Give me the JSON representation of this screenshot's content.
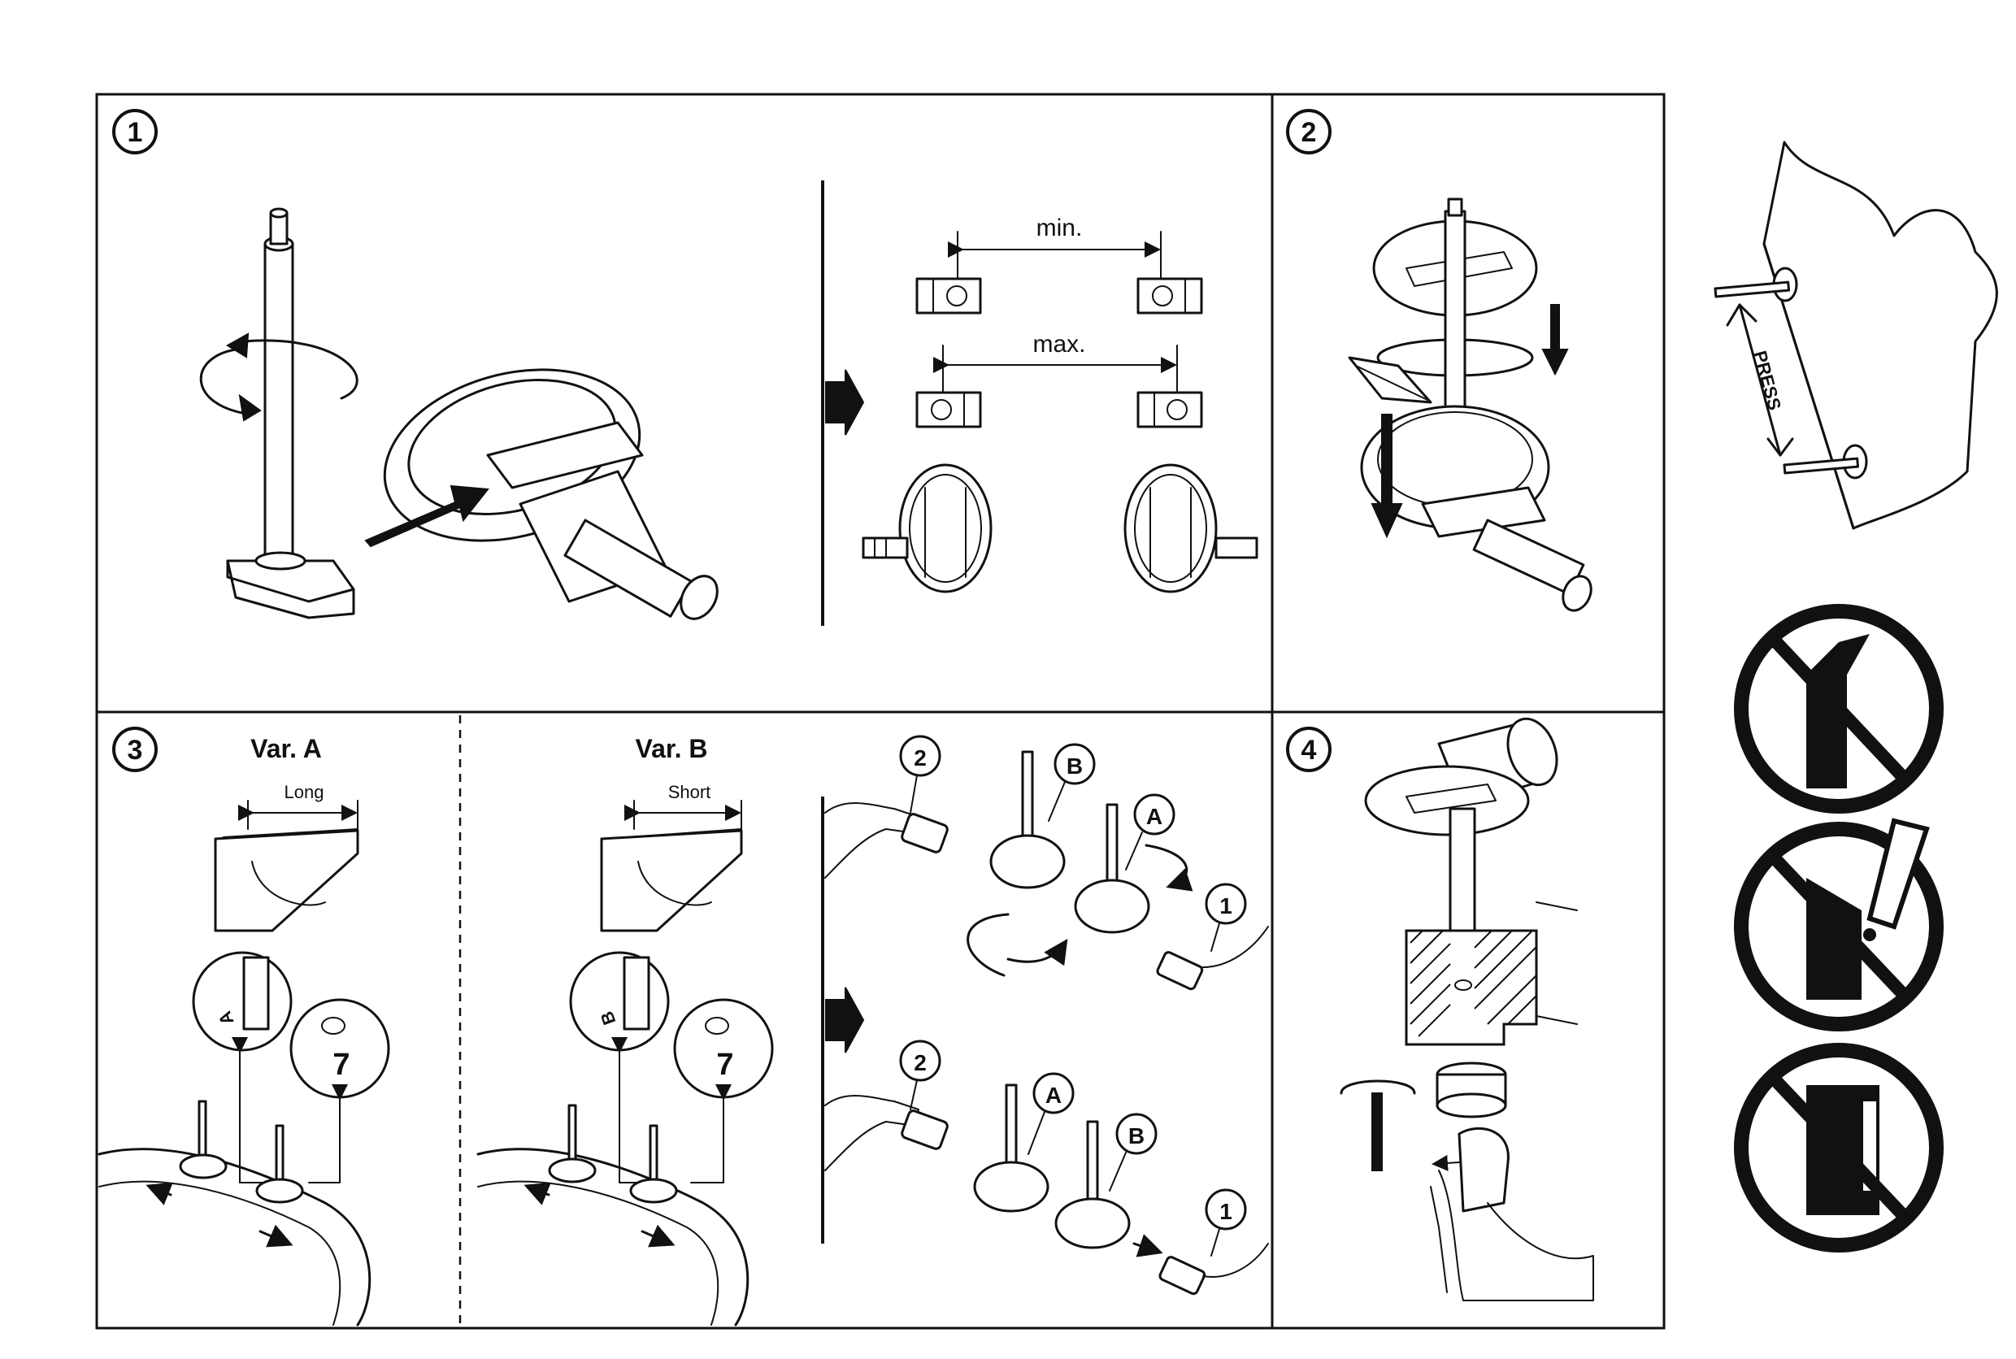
{
  "steps": {
    "step1": "1",
    "step2": "2",
    "step3": "3",
    "step4": "4"
  },
  "step1": {
    "min_label": "min.",
    "max_label": "max."
  },
  "step3": {
    "var_a_title": "Var. A",
    "var_b_title": "Var. B",
    "long_label": "Long",
    "short_label": "Short",
    "callout_a_letter": "A",
    "callout_b_letter": "B",
    "callout_number": "7",
    "sequence": {
      "tool_number": "2",
      "hinge_number": "1",
      "letter_a": "A",
      "letter_b": "B"
    }
  },
  "side": {
    "press_label": "PRESS"
  },
  "warnings": [
    "no-sitting-on-lid",
    "no-abrasive-cleaner",
    "no-cleaning-products"
  ]
}
